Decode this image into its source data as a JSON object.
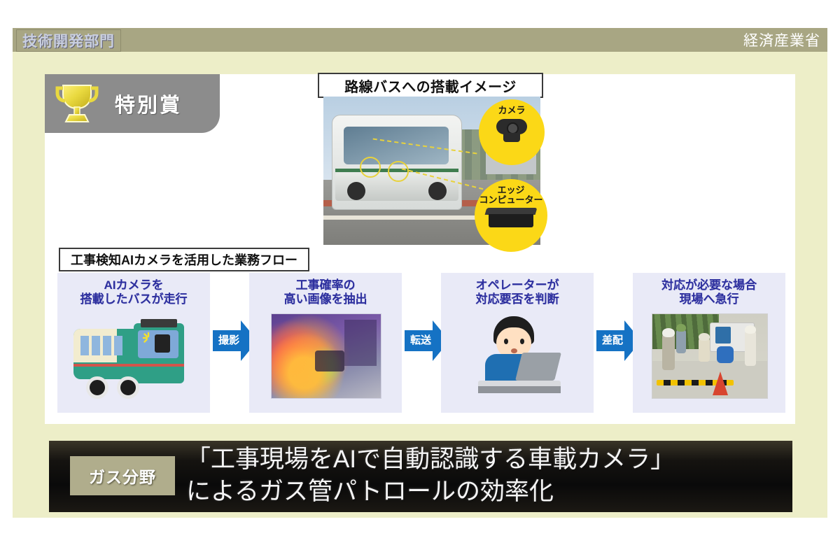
{
  "header": {
    "department_tag": "技術開発部門",
    "ministry": "経済産業省",
    "bar_color": "#a8a683"
  },
  "award": {
    "icon": "trophy-icon",
    "label": "特別賞",
    "badge_color": "#8c8c8c",
    "trophy_color": "#e8d84a"
  },
  "bus_section": {
    "caption": "路線バスへの搭載イメージ",
    "callouts": [
      {
        "label": "カメラ",
        "icon": "webcam-icon",
        "color": "#fbd817"
      },
      {
        "label_line1": "エッジ",
        "label_line2": "コンピューター",
        "icon": "edge-computer-icon",
        "color": "#fbd817"
      }
    ]
  },
  "flow": {
    "caption": "工事検知AIカメラを活用した業務フロー",
    "step_title_color": "#2d2f9e",
    "step_bg_color": "#e9eaf7",
    "arrow_color": "#1572c4",
    "steps": [
      {
        "title_line1": "AIカメラを",
        "title_line2": "搭載したバスが走行",
        "art": "bus-illustration"
      },
      {
        "title_line1": "工事確率の",
        "title_line2": "高い画像を抽出",
        "art": "heatmap-image"
      },
      {
        "title_line1": "オペレーターが",
        "title_line2": "対応要否を判断",
        "art": "operator-illustration"
      },
      {
        "title_line1": "対応が必要な場合",
        "title_line2": "現場へ急行",
        "art": "construction-site-photo"
      }
    ],
    "arrows": [
      {
        "label": "撮影"
      },
      {
        "label": "転送"
      },
      {
        "label": "差配"
      }
    ]
  },
  "banner": {
    "field_badge": "ガス分野",
    "title_line1": "「工事現場をAIで自動認識する車載カメラ」",
    "title_line2": "によるガス管パトロールの効率化",
    "badge_color": "#b0ad8c",
    "background_color": "#0a0a0a"
  }
}
